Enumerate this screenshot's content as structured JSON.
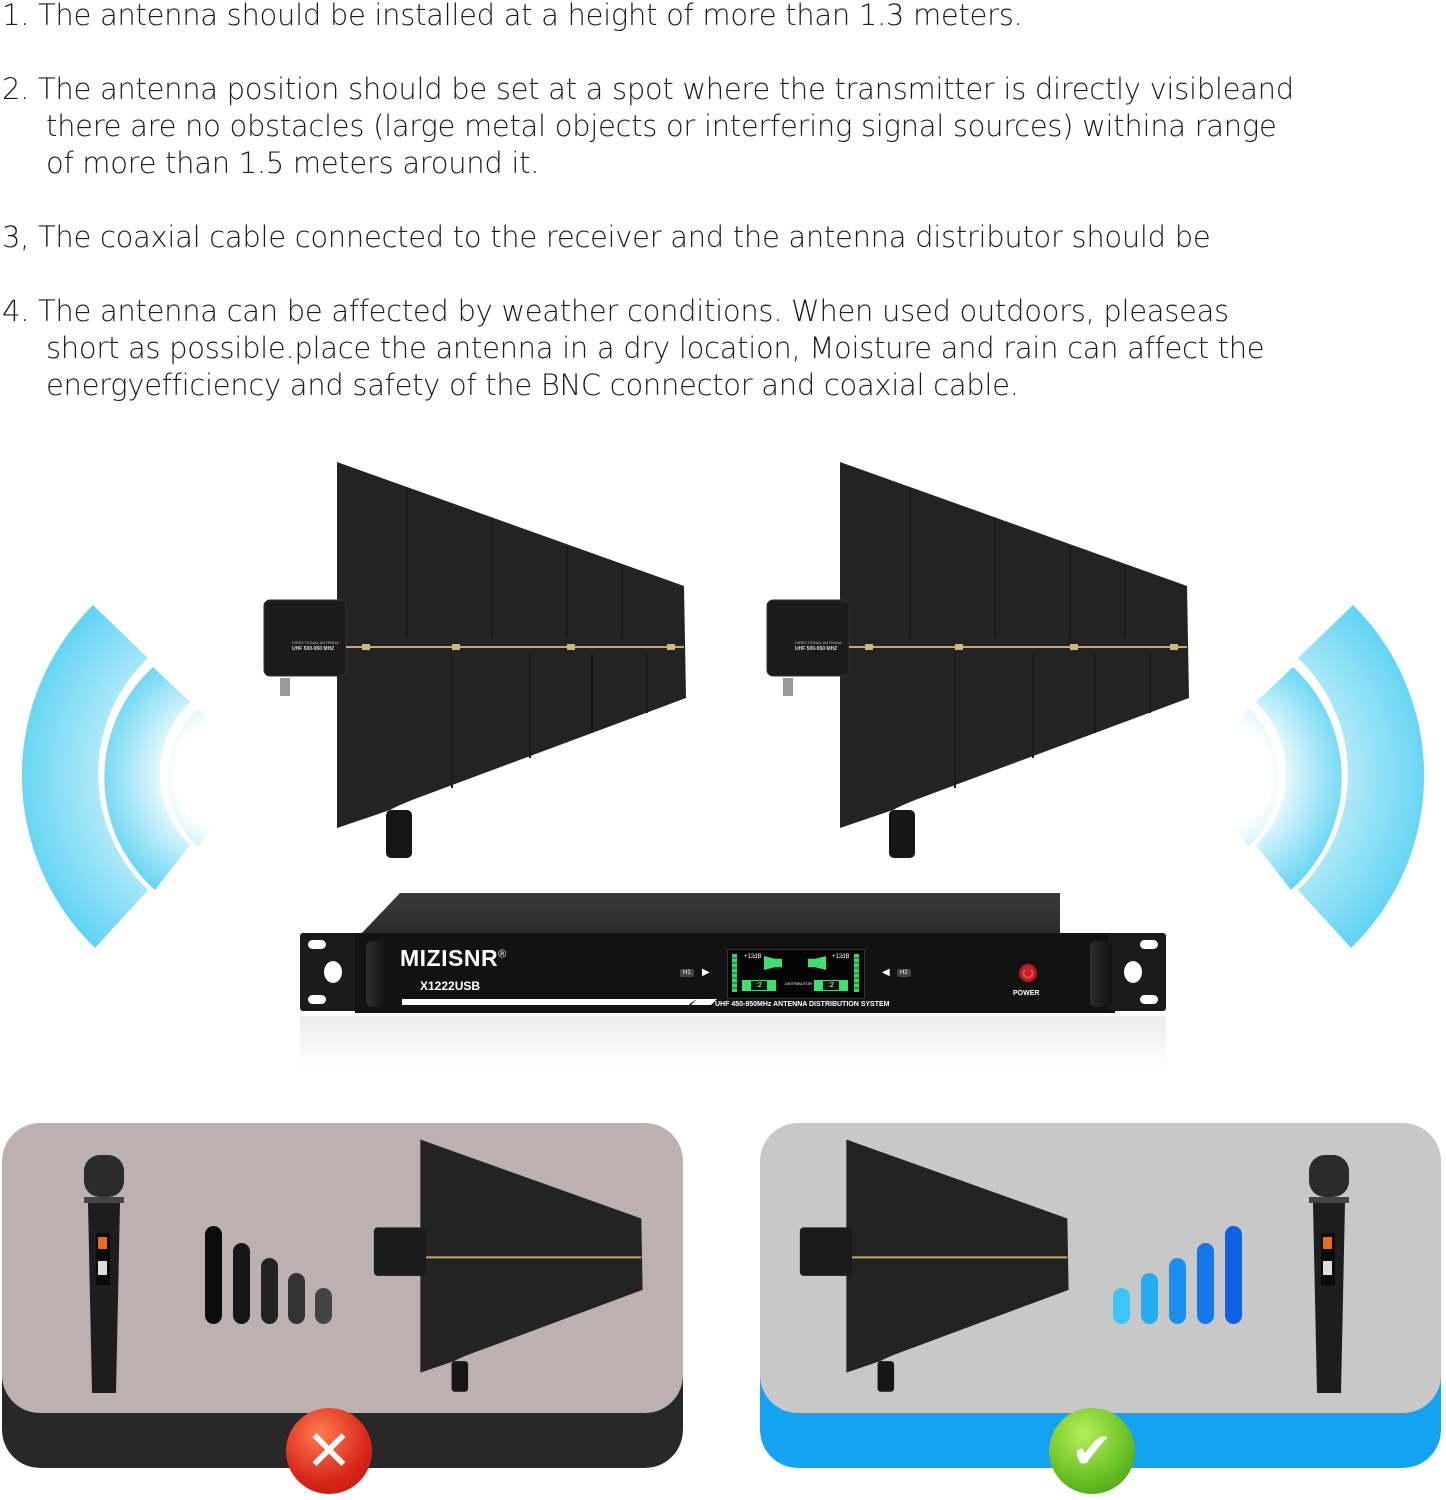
{
  "instructions": [
    {
      "number": "1.",
      "lines": [
        "The antenna should be installed at a height of more than 1.3 meters."
      ]
    },
    {
      "number": "2.",
      "lines": [
        "The antenna position should be set at a spot where the transmitter is directly visibleand",
        "there are no obstacles (large metal objects or interfering signal sources) withina range",
        "of more than 1.5 meters around it."
      ]
    },
    {
      "number": "3,",
      "lines": [
        "The coaxial cable connected to the receiver and the antenna distributor should be"
      ]
    },
    {
      "number": "4.",
      "lines": [
        "The antenna can be affected by weather conditions. When used outdoors, pleaseas",
        "short as possible.place the antenna in a dry location, Moisture and rain can affect the",
        "energyefficiency and safety of the BNC connector and coaxial cable."
      ]
    }
  ],
  "antenna": {
    "label_line1": "DIRECTIONAL ANTENNA",
    "label_line2": "UHF 500-950 MHZ"
  },
  "distributor": {
    "brand": "MIZISNR",
    "registered": "®",
    "model": "X1222USB",
    "subtitle": "UHF  450-950MHz ANTENNA DISTRIBUTION SYSTEM",
    "input_left": "H1",
    "input_right": "H2",
    "power_label": "POWER",
    "display": {
      "gain_left": "+12dB",
      "gain_right": "+12dB",
      "ch_left": ":2",
      "ch_right": ":2",
      "center_label": "DISTRIBUTOR"
    }
  },
  "comparison": {
    "wrong": {
      "state": "incorrect",
      "icon": "x-icon",
      "symbol": "✕",
      "panel_color": "#bcb0b0",
      "base_color": "#282828",
      "badge_color": "#e0301e",
      "signal_bars": [
        5,
        4,
        3,
        2,
        1
      ],
      "bar_colors": [
        "#0c0c0c",
        "#161616",
        "#222222",
        "#333333",
        "#444444"
      ]
    },
    "right": {
      "state": "correct",
      "icon": "checkmark-icon",
      "symbol": "✔",
      "panel_color": "#c8c8c8",
      "base_color": "#14a3f0",
      "badge_color": "#5cb623",
      "signal_bars": [
        1,
        2,
        3,
        4,
        5
      ],
      "bar_colors": [
        "#3cc6f5",
        "#25acf2",
        "#1a90ee",
        "#1478ea",
        "#1060e4"
      ]
    }
  },
  "colors": {
    "wave": "#5ed3f3",
    "antenna_body": "#232323",
    "antenna_rod": "#c9a66b"
  }
}
